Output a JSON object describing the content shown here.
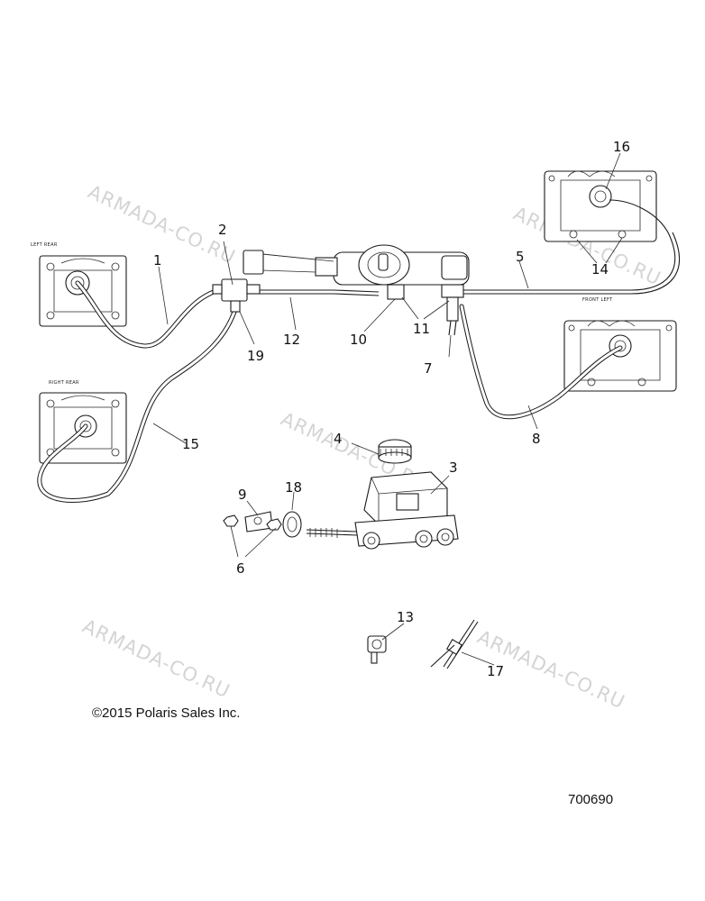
{
  "watermarks": [
    "ARMADA-CO.RU",
    "ARMADA-CO.RU",
    "ARMADA-CO.RU",
    "ARMADA-CO.RU",
    "ARMADA-CO.RU"
  ],
  "small_labels": {
    "left_rear": "LEFT REAR",
    "right_rear": "RIGHT REAR",
    "front_left": "FRONT LEFT"
  },
  "callouts": [
    "1",
    "2",
    "3",
    "4",
    "5",
    "6",
    "7",
    "8",
    "9",
    "10",
    "11",
    "12",
    "13",
    "14",
    "15",
    "16",
    "17",
    "18",
    "19"
  ],
  "copyright": "©2015 Polaris Sales Inc.",
  "diagram_number": "700690"
}
